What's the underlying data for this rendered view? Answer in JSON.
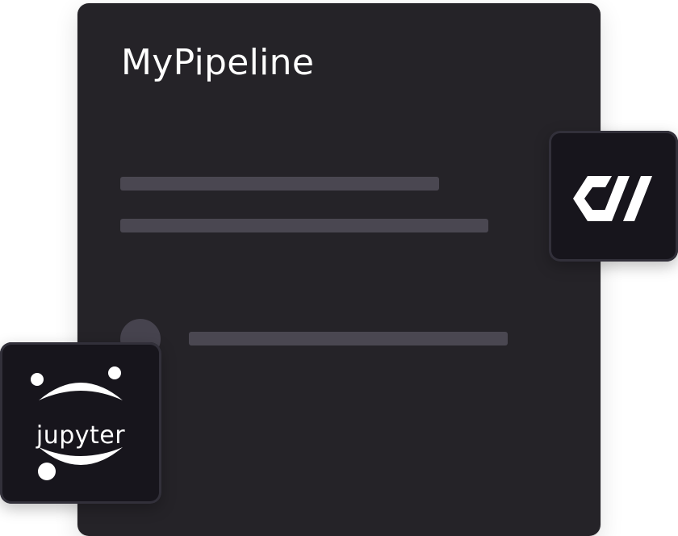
{
  "pipeline": {
    "title": "MyPipeline"
  },
  "integrations": [
    {
      "name": "cw-logo-tile",
      "icon": "cw-logo-icon"
    },
    {
      "name": "jupyter-logo-tile",
      "icon": "jupyter-logo-icon",
      "logo_text": "jupyter"
    }
  ],
  "colors": {
    "card_bg": "#252328",
    "placeholder": "#4a4751",
    "tile_bg": "#17151c",
    "text": "#ffffff"
  }
}
